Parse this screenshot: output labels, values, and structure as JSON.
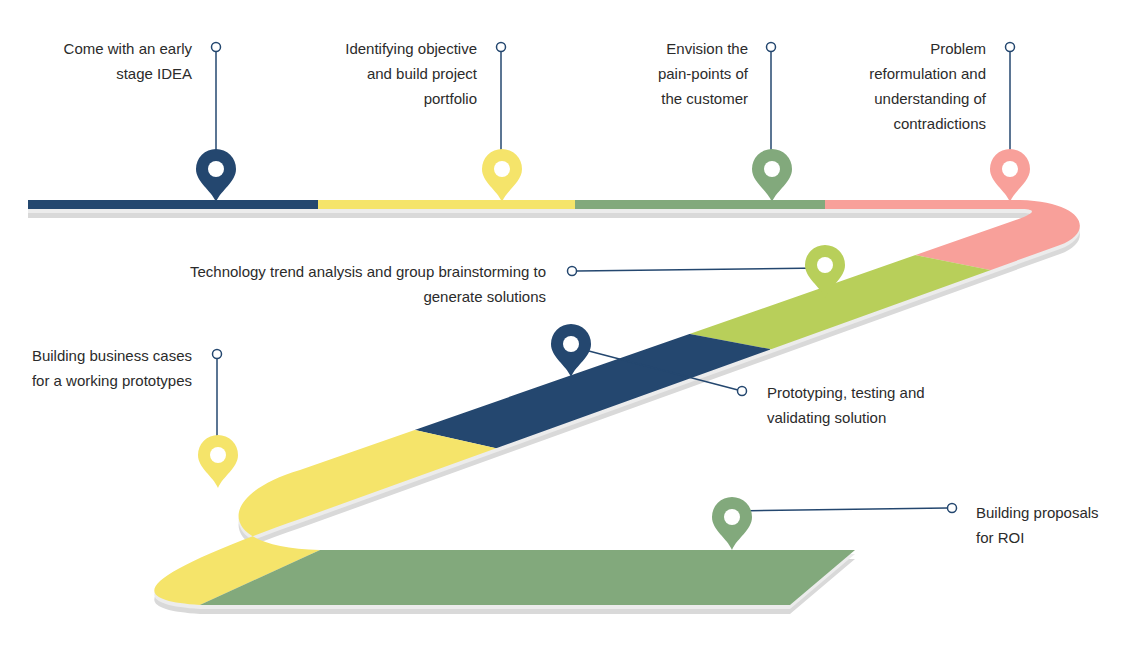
{
  "diagram": {
    "labels": [
      "Come with an early stage IDEA",
      "Identifying objective and build project portfolio",
      "Envision the pain-points of the customer",
      "Problem reformulation and understanding of contradictions",
      "Technology trend analysis and group brainstorming to generate solutions",
      "Building business cases for a working prototypes",
      "Prototyping, testing and validating solution",
      "Building proposals for ROI"
    ]
  }
}
